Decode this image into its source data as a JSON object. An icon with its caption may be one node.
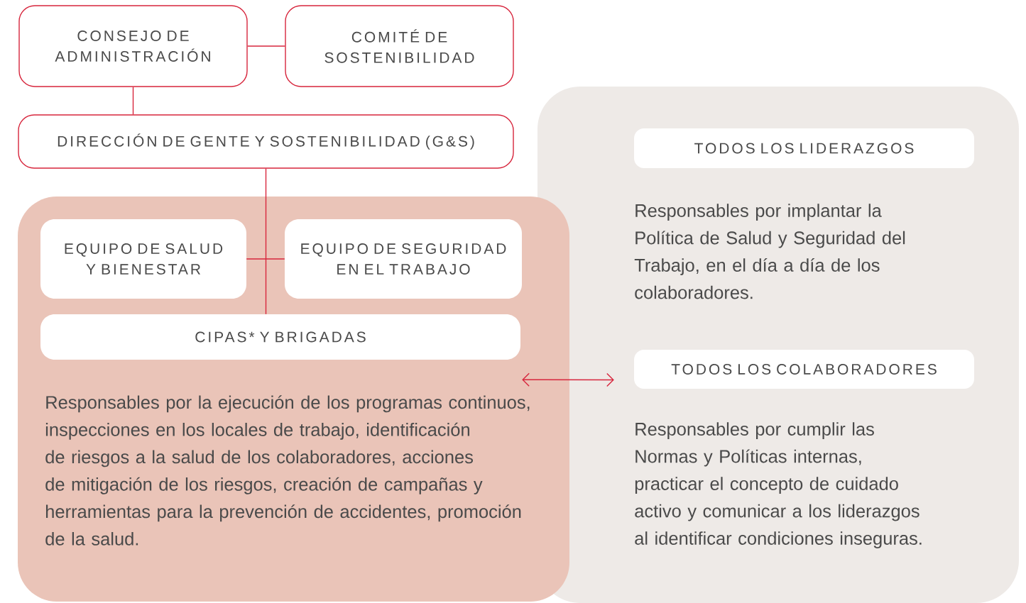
{
  "diagram": {
    "nodes": [
      {
        "text": [
          "CONSEJO DE ADMINISTRACIÓN"
        ]
      },
      {
        "text": [
          "COMITÉ DE SOSTENIBILIDAD"
        ]
      },
      {
        "text": [
          "DIRECCIÓN DE GENTE Y SOSTENIBILIDAD (G&S)"
        ]
      },
      {
        "text": [
          "Responsables por la ejecución de los programas continuos, inspecciones en los locales de trabajo, identificación de riesgos a la salud de los colaboradores, acciones de mitigación de los riesgos, creación de campañas y herramientas para la prevención de accidentes, promoción de la salud."
        ]
      },
      {
        "text": [
          "EQUIPO DE SALUD Y BIENESTAR"
        ],
        "in": 3
      },
      {
        "text": [
          "EQUIPO DE SEGURIDAD EN EL TRABAJO"
        ],
        "in": 3
      },
      {
        "text": [
          "CIPAS* Y BRIGADAS"
        ],
        "in": 3
      },
      {
        "text": [
          "Responsables por implantar la Política de Salud y Seguridad del Trabajo, en el día a día de los colaboradores.",
          "Responsables por cumplir las Normas y Políticas internas, practicar el concepto de cuidado activo y comunicar a los liderazgos al identificar condiciones inseguras."
        ]
      },
      {
        "text": [
          "TODOS LOS LIDERAZGOS"
        ],
        "in": 7
      },
      {
        "text": [
          "TODOS LOS COLABORADORES"
        ],
        "in": 7
      }
    ],
    "edges": [
      {
        "from": 0,
        "to": 1,
        "arrow": "none"
      },
      {
        "from": 0,
        "to": 2,
        "arrow": "none"
      },
      {
        "from": 2,
        "to": 6,
        "arrow": "none"
      },
      {
        "from": 4,
        "to": 5,
        "arrow": "none"
      },
      {
        "from": 6,
        "to": 9,
        "arrow": "both"
      }
    ]
  }
}
